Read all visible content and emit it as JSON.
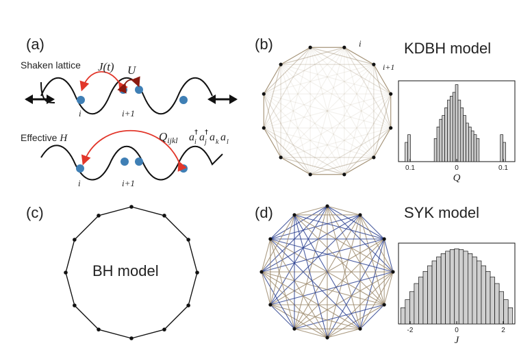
{
  "panels": {
    "a": {
      "label": "(a)",
      "shaken_label": "Shaken lattice",
      "hopping_label": "J(t)",
      "interaction_label": "U",
      "site_i": "i",
      "site_i1": "i+1",
      "effective_prefix": "Effective ",
      "effective_H": "H",
      "effective_term": "Q",
      "effective_term_sub": "ijkl",
      "effective_ops": "a",
      "op_subs": [
        "i",
        "j",
        "k",
        "l"
      ],
      "dagger": "†"
    },
    "b": {
      "label": "(b)",
      "title": "KDBH model",
      "site_i": "i",
      "site_i1": "i+1",
      "node_count": 12
    },
    "c": {
      "label": "(c)",
      "title": "BH model",
      "node_count": 12
    },
    "d": {
      "label": "(d)",
      "title": "SYK model",
      "node_count": 12
    }
  },
  "colors": {
    "ink": "#111111",
    "arrow_red": "#e2362a",
    "atom_blue": "#3f7fb5",
    "edge_tan": "#9c8a6c",
    "edge_blue": "#2a3f8f",
    "bar_fill": "#cfcfcf"
  },
  "chart_data": [
    {
      "type": "bar",
      "panel": "b",
      "xlabel": "Q",
      "xtick_labels": [
        "0.1",
        "0",
        "0.1"
      ],
      "x": [
        -0.095,
        -0.09,
        -0.04,
        -0.035,
        -0.03,
        -0.025,
        -0.02,
        -0.015,
        -0.01,
        -0.005,
        0,
        0.005,
        0.01,
        0.015,
        0.02,
        0.025,
        0.03,
        0.035,
        0.04,
        0.085,
        0.09
      ],
      "values": [
        0.25,
        0.35,
        0.3,
        0.45,
        0.55,
        0.6,
        0.7,
        0.8,
        0.85,
        0.9,
        1.0,
        0.8,
        0.7,
        0.6,
        0.5,
        0.45,
        0.4,
        0.35,
        0.3,
        0.35,
        0.25
      ],
      "xlim": [
        -0.11,
        0.11
      ],
      "ylim": [
        0,
        1.05
      ]
    },
    {
      "type": "bar",
      "panel": "d",
      "xlabel": "J",
      "xtick_labels": [
        "-2",
        "0",
        "2"
      ],
      "x": [
        -2.4,
        -2.2,
        -2.0,
        -1.8,
        -1.6,
        -1.4,
        -1.2,
        -1.0,
        -0.8,
        -0.6,
        -0.4,
        -0.2,
        0,
        0.2,
        0.4,
        0.6,
        0.8,
        1.0,
        1.2,
        1.4,
        1.6,
        1.8,
        2.0,
        2.2,
        2.4
      ],
      "values": [
        0.2,
        0.3,
        0.4,
        0.5,
        0.58,
        0.65,
        0.72,
        0.78,
        0.83,
        0.87,
        0.9,
        0.92,
        0.93,
        0.92,
        0.9,
        0.87,
        0.83,
        0.78,
        0.72,
        0.65,
        0.58,
        0.5,
        0.4,
        0.3,
        0.2
      ],
      "xlim": [
        -2.6,
        2.6
      ],
      "ylim": [
        0,
        1.0
      ]
    }
  ]
}
